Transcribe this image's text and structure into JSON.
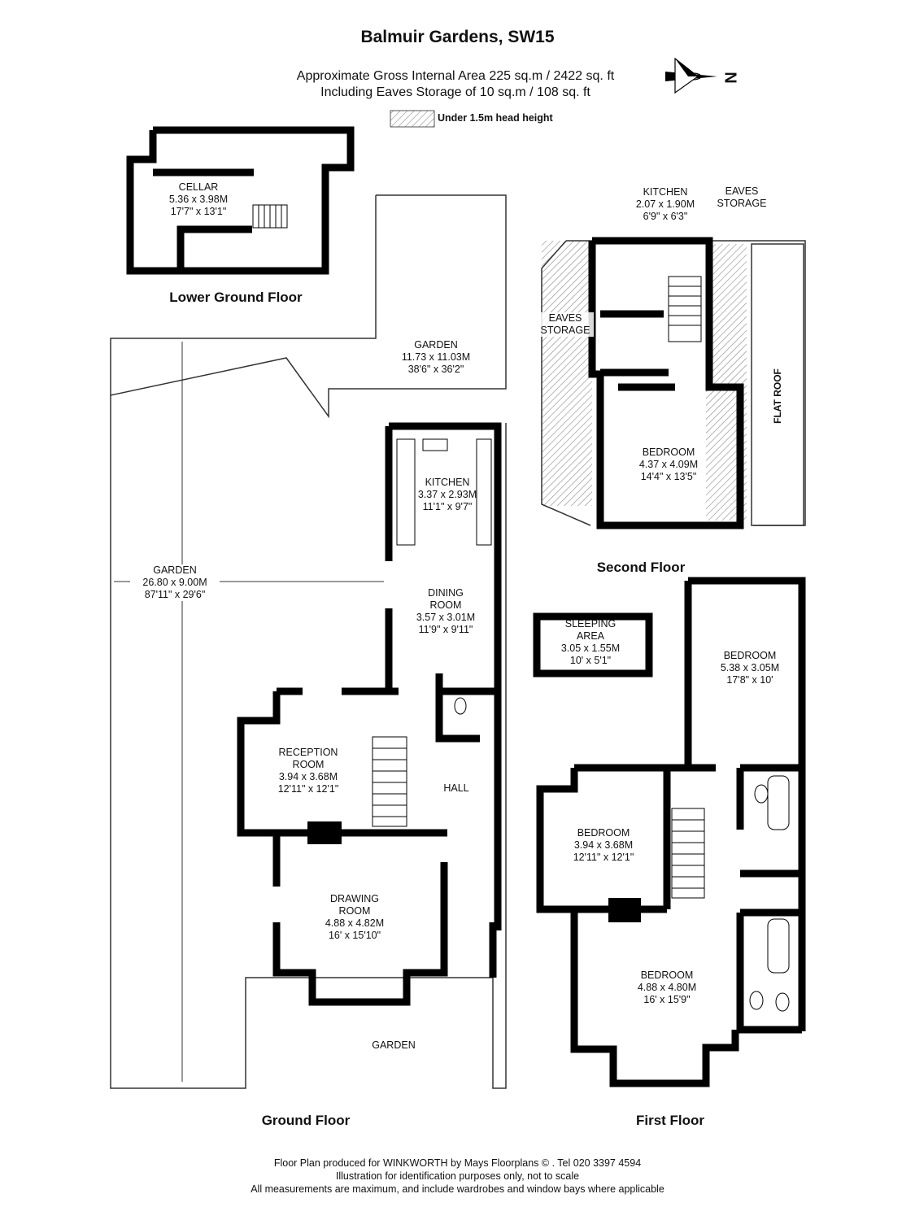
{
  "title": "Balmuir Gardens, SW15",
  "area": {
    "line1": "Approximate Gross Internal Area 225 sq.m /  2422 sq. ft",
    "line2": "Including Eaves Storage of 10 sq.m /  108 sq. ft"
  },
  "compass": {
    "label": "N",
    "icon": "north-arrow-icon"
  },
  "legend": {
    "label": "Under 1.5m head height"
  },
  "floors": {
    "lower_ground": "Lower Ground Floor",
    "ground": "Ground Floor",
    "first": "First Floor",
    "second": "Second Floor"
  },
  "rooms": {
    "cellar": {
      "name": "CELLAR",
      "metric": "5.36 x 3.98M",
      "imperial": "17'7\" x 13'1\""
    },
    "garden_top": {
      "name": "GARDEN",
      "metric": "11.73 x 11.03M",
      "imperial": "38'6\" x 36'2\""
    },
    "garden_side": {
      "name": "GARDEN",
      "metric": "26.80 x 9.00M",
      "imperial": "87'11\" x 29'6\""
    },
    "garden_front": {
      "name": "GARDEN"
    },
    "kitchen_ground": {
      "name": "KITCHEN",
      "metric": "3.37 x 2.93M",
      "imperial": "11'1\" x 9'7\""
    },
    "dining": {
      "name": "DINING",
      "name2": "ROOM",
      "metric": "3.57 x 3.01M",
      "imperial": "11'9\" x 9'11\""
    },
    "reception": {
      "name": "RECEPTION",
      "name2": "ROOM",
      "metric": "3.94 x 3.68M",
      "imperial": "12'11\" x 12'1\""
    },
    "hall": {
      "name": "HALL"
    },
    "drawing": {
      "name": "DRAWING",
      "name2": "ROOM",
      "metric": "4.88 x 4.82M",
      "imperial": "16' x 15'10\""
    },
    "kitchen_second": {
      "name": "KITCHEN",
      "metric": "2.07 x 1.90M",
      "imperial": "6'9\" x 6'3\""
    },
    "eaves_right": {
      "name": "EAVES",
      "name2": "STORAGE"
    },
    "eaves_left": {
      "name": "EAVES",
      "name2": "STORAGE"
    },
    "bedroom_second": {
      "name": "BEDROOM",
      "metric": "4.37 x 4.09M",
      "imperial": "14'4\" x 13'5\""
    },
    "flat_roof": {
      "name": "FLAT ROOF"
    },
    "sleeping": {
      "name": "SLEEPING",
      "name2": "AREA",
      "metric": "3.05 x 1.55M",
      "imperial": "10' x 5'1\""
    },
    "bedroom_first_back": {
      "name": "BEDROOM",
      "metric": "5.38 x 3.05M",
      "imperial": "17'8\" x 10'"
    },
    "bedroom_first_mid": {
      "name": "BEDROOM",
      "metric": "3.94 x 3.68M",
      "imperial": "12'11\" x 12'1\""
    },
    "bedroom_first_front": {
      "name": "BEDROOM",
      "metric": "4.88 x 4.80M",
      "imperial": "16' x 15'9\""
    }
  },
  "footer": {
    "line1": "Floor Plan produced for WINKWORTH by Mays Floorplans  © . Tel 020 3397 4594",
    "line2": "Illustration for identification purposes only, not to scale",
    "line3": "All measurements are maximum, and include wardrobes and window bays where applicable"
  }
}
